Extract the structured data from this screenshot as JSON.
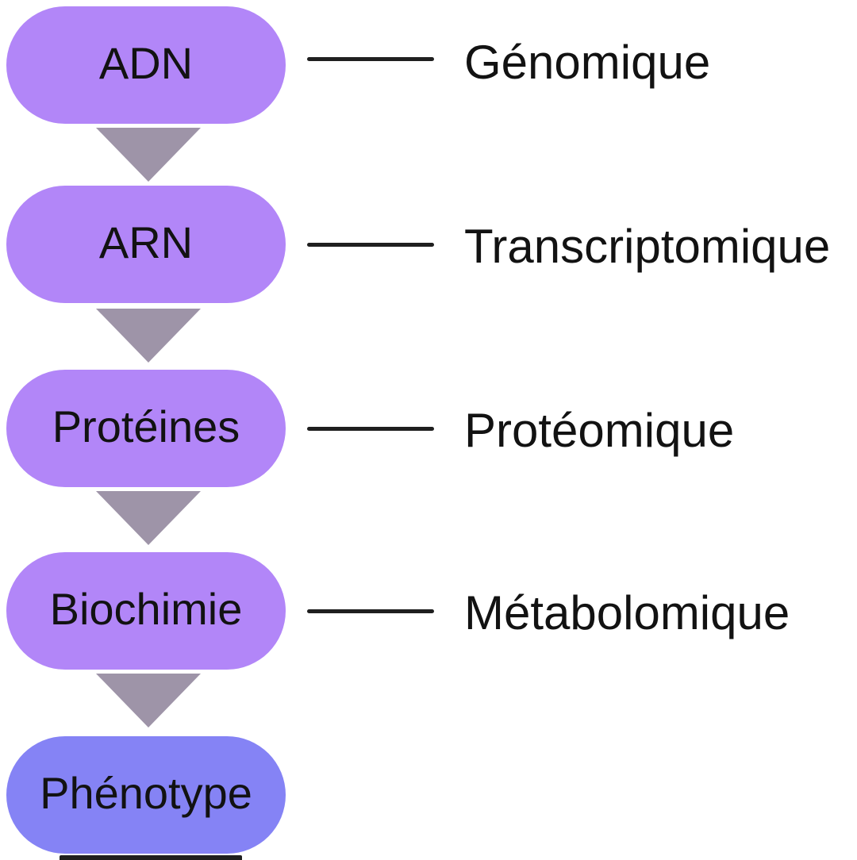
{
  "diagram": {
    "title_semantic": "central-dogma-omics-flow",
    "colors": {
      "background": "#ffffff",
      "pill": "#b286f8",
      "pill_last": "#8583f5",
      "arrow": "#9e94a8",
      "line": "#1f1f1f",
      "text": "#121212"
    },
    "rows": [
      {
        "node": "ADN",
        "label": "Génomique"
      },
      {
        "node": "ARN",
        "label": "Transcriptomique"
      },
      {
        "node": "Protéines",
        "label": "Protéomique"
      },
      {
        "node": "Biochimie",
        "label": "Métabolomique"
      },
      {
        "node": "Phénotype",
        "label": ""
      }
    ]
  }
}
